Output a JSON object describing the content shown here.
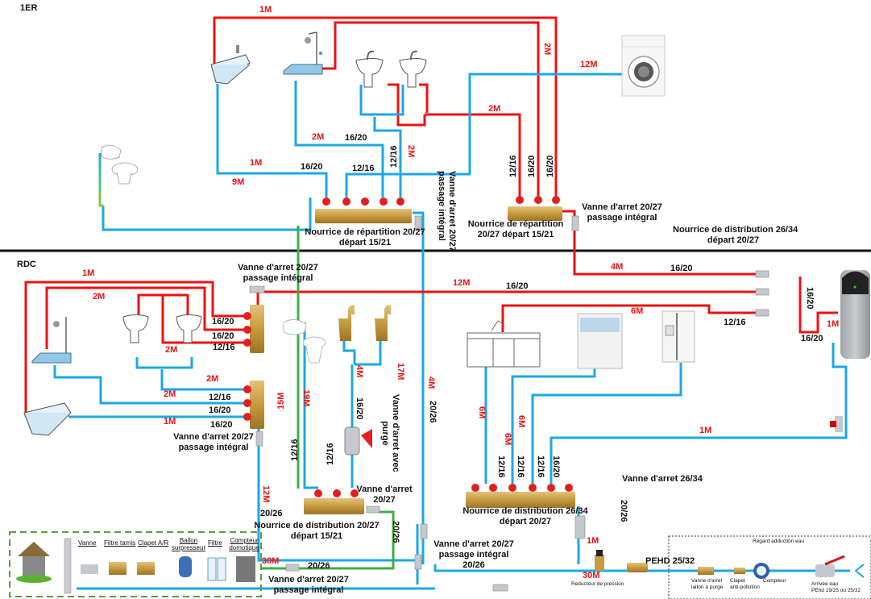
{
  "colors": {
    "hot": "#ee1111",
    "cold": "#1aa8e6",
    "rainwater": "#3cb043",
    "brass": "#c9a14a",
    "handle": "#e02020",
    "divider": "#111111",
    "well_border": "#5a9e3c"
  },
  "levels": {
    "upper": "1ER",
    "ground": "RDC"
  },
  "upper_floor": {
    "lengths": {
      "bath_hot": "1M",
      "shower_hot": "2M",
      "washing_machine": "12M",
      "basins_hot": "2M",
      "shower_cold": "2M",
      "basins_cold": "2M",
      "bath_cold": "1M",
      "wc_cold": "9M"
    },
    "sizes": {
      "shower_cold": "16/20",
      "bath_cold": "16/20",
      "wc_cold": "12/16",
      "basins_cold": "12/16",
      "hot_basins": "12/16",
      "hot_shower": "16/20",
      "hot_bath": "16/20"
    },
    "manifold_cold": {
      "line1": "Nourrice de répartition 20/27",
      "line2": "départ 15/21"
    },
    "manifold_hot": {
      "line1": "Nourrice de répartition",
      "line2": "20/27 départ 15/21"
    },
    "valve_cold": {
      "line1": "Vanne d'arret 20/27",
      "line2": "passage intégral"
    },
    "valve_hot": {
      "line1": "Vanne d'arret 20/27",
      "line2": "passage intégral"
    },
    "distribution_note": {
      "line1": "Nourrice de distribution 26/34",
      "line2": "départ 20/27"
    }
  },
  "ground_floor": {
    "lengths": {
      "bath_hot": "1M",
      "shower_hot": "2M",
      "basins_hot": "2M",
      "hot_main": "12M",
      "hot_upper": "4M",
      "kitchen_hot": "6M",
      "boiler": "1M",
      "basins_cold_a": "2M",
      "basins_cold_b": "2M",
      "bath_cold": "1M",
      "wc_rain": "15M",
      "rain_up": "19M",
      "tap_left": "4M",
      "tap_right": "17M",
      "cold_upper": "4M",
      "cold_manifold": "12M",
      "sink_cold": "6M",
      "dishwasher_cold": "6M",
      "fridge_cold": "6M",
      "boiler_cold": "1M",
      "pump_line": "30M",
      "mains_line": "30M",
      "reducer": "1M"
    },
    "sizes": {
      "hot_bath": "16/20",
      "hot_shower": "16/20",
      "hot_basins": "12/16",
      "cold_basins": "12/16",
      "cold_shower": "16/20",
      "cold_bath": "16/20",
      "hot_main": "16/20",
      "hot_upper": "16/20",
      "hot_kitchen": "12/16",
      "hot_boiler_riser": "16/20",
      "hot_boiler": "16/20",
      "rain_left": "12/16",
      "rain_right": "12/16",
      "taps": "16/20",
      "cold_riser": "20/26",
      "cold_manifold_feed": "20/26",
      "rain_feed": "20/26",
      "pump_feed": "20/26",
      "mains_feed": "20/26",
      "dist_sink": "12/16",
      "dist_dishwasher": "12/16",
      "dist_fridge": "12/16",
      "dist_boiler": "16/20",
      "dist_main": "20/26"
    },
    "valve_hot_manifold": {
      "line1": "Vanne d'arret 20/27",
      "line2": "passage intégral"
    },
    "valve_cold_manifold": {
      "line1": "Vanne d'arret 20/27",
      "line2": "passage intégral"
    },
    "purge_valve": {
      "line1": "Vanne d'arret avec",
      "line2": "purge"
    },
    "rain_manifold_valve": {
      "line1": "Vanne d'arret",
      "line2": "20/27"
    },
    "rain_manifold": {
      "line1": "Nourrice de distribution 20/27",
      "line2": "départ 15/21"
    },
    "pump_valve": {
      "line1": "Vanne d'arret 20/27",
      "line2": "passage intégral"
    },
    "mains_valve": {
      "line1": "Vanne d'arret 20/27",
      "line2": "passage intégral",
      "line3": "20/26"
    },
    "dist_manifold": {
      "line1": "Nourrice de distribution 26/34",
      "line2": "départ 20/27"
    },
    "dist_valve": "Vanne d'arret 26/34",
    "reducer_label": "Reducteur de pression",
    "pehd": "PEHD 25/32"
  },
  "well_system": {
    "items": [
      "Vanne",
      "Filtre tamis",
      "Clapet A/R",
      "Ballon surpresseur",
      "Filtre",
      "Compteur domotique"
    ],
    "ballon": {
      "line1": "Ballon",
      "line2": "surpresseur"
    },
    "compteur": {
      "line1": "Compteur",
      "line2": "domotique"
    }
  },
  "water_inlet": {
    "title": "Regard adduction eau",
    "valve": {
      "line1": "Vanne d'arret",
      "line2": "laiton à purge"
    },
    "check": {
      "line1": "Clapet",
      "line2": "anti-pollution"
    },
    "meter": "Compteur",
    "arrival": {
      "line1": "Arrivée eau",
      "line2": "PEhd 19/25 ou 25/32"
    }
  }
}
